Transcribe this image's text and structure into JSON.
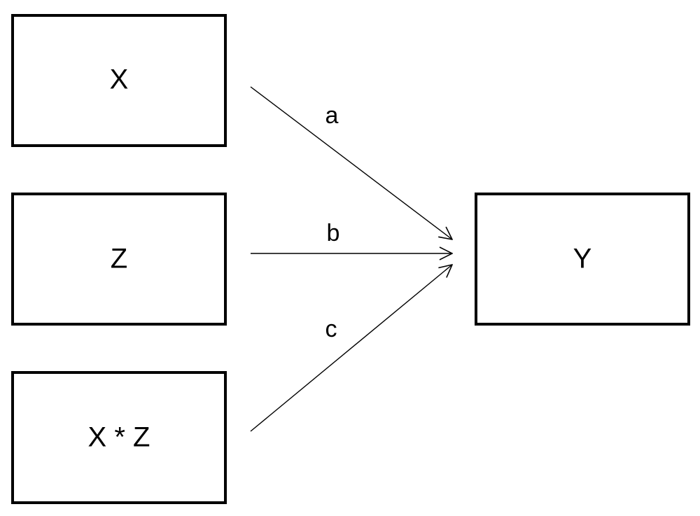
{
  "nodes": {
    "x": {
      "label": "X"
    },
    "z": {
      "label": "Z"
    },
    "xz": {
      "label": "X * Z"
    },
    "y": {
      "label": "Y"
    }
  },
  "edges": {
    "a": {
      "label": "a",
      "from": "X",
      "to": "Y"
    },
    "b": {
      "label": "b",
      "from": "Z",
      "to": "Y"
    },
    "c": {
      "label": "c",
      "from": "X * Z",
      "to": "Y"
    }
  }
}
